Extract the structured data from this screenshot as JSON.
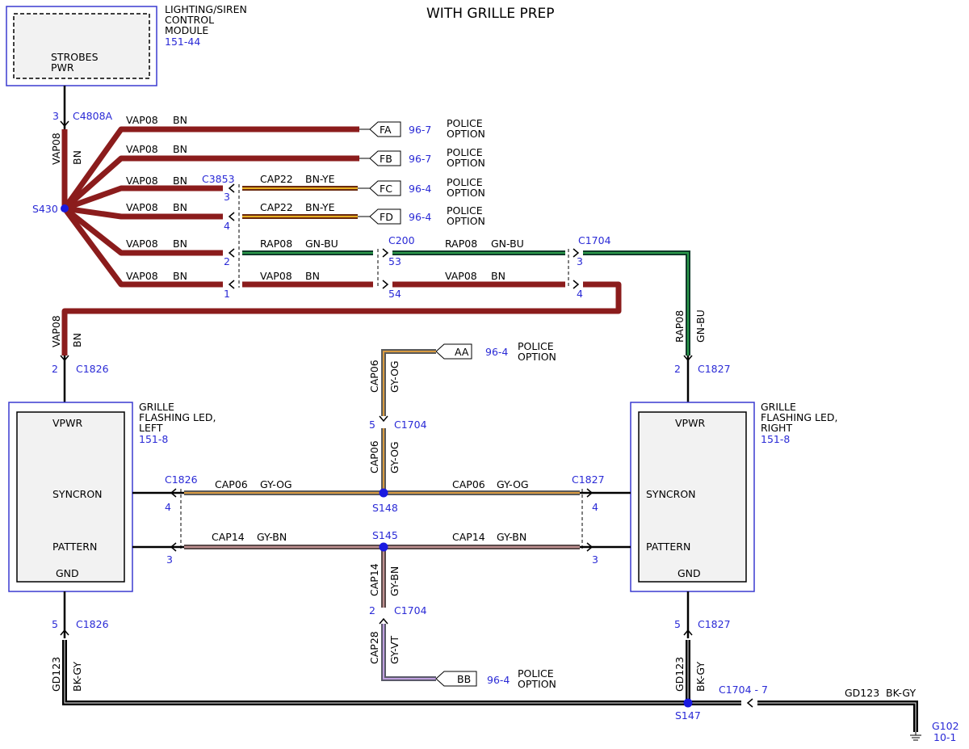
{
  "title": "WITH GRILLE PREP",
  "top_module": {
    "name1": "LIGHTING/SIREN",
    "name2": "CONTROL",
    "name3": "MODULE",
    "ref": "151-44",
    "pin1": "STROBES",
    "pin2": "PWR",
    "pin_no": "3",
    "connector": "C4808A"
  },
  "splices": {
    "s430": "S430",
    "s148": "S148",
    "s145": "S145",
    "s147": "S147"
  },
  "vertical_labels": {
    "vap08": "VAP08",
    "bn": "BN",
    "rap08": "RAP08",
    "gnbu": "GN-BU",
    "cap06": "CAP06",
    "gyog": "GY-OG",
    "cap14": "CAP14",
    "gybn": "GY-BN",
    "cap28": "CAP28",
    "gyvt": "GY-VT",
    "gd123": "GD123",
    "bkgy": "BK-GY"
  },
  "wire_labels": {
    "vap08": "VAP08",
    "bn": "BN",
    "cap22": "CAP22",
    "bnye": "BN-YE",
    "rap08": "RAP08",
    "gnbu": "GN-BU",
    "cap06": "CAP06",
    "gyog": "GY-OG",
    "cap14": "CAP14",
    "gybn": "GY-BN",
    "gd123": "GD123",
    "bkgy": "BK-GY"
  },
  "flags": [
    {
      "id": "FA",
      "ref": "96-7",
      "l1": "POLICE",
      "l2": "OPTION"
    },
    {
      "id": "FB",
      "ref": "96-7",
      "l1": "POLICE",
      "l2": "OPTION"
    },
    {
      "id": "FC",
      "ref": "96-4",
      "l1": "POLICE",
      "l2": "OPTION"
    },
    {
      "id": "FD",
      "ref": "96-4",
      "l1": "POLICE",
      "l2": "OPTION"
    },
    {
      "id": "AA",
      "ref": "96-4",
      "l1": "POLICE",
      "l2": "OPTION"
    },
    {
      "id": "BB",
      "ref": "96-4",
      "l1": "POLICE",
      "l2": "OPTION"
    }
  ],
  "connectors": {
    "c3853": "C3853",
    "c200": "C200",
    "c1704": "C1704",
    "c1826": "C1826",
    "c1827": "C1827",
    "c1704_7": "C1704 - 7"
  },
  "pins": {
    "p1": "1",
    "p2": "2",
    "p3": "3",
    "p4": "4",
    "p5": "5",
    "p53": "53",
    "p54": "54"
  },
  "left_module": {
    "name1": "GRILLE",
    "name2": "FLASHING LED,",
    "name3": "LEFT",
    "ref": "151-8",
    "vpwr": "VPWR",
    "syncron": "SYNCRON",
    "pattern": "PATTERN",
    "gnd": "GND"
  },
  "right_module": {
    "name1": "GRILLE",
    "name2": "FLASHING LED,",
    "name3": "RIGHT",
    "ref": "151-8",
    "vpwr": "VPWR",
    "syncron": "SYNCRON",
    "pattern": "PATTERN",
    "gnd": "GND"
  },
  "ground": {
    "id": "G102",
    "ref": "10-1"
  },
  "colors": {
    "bn": "#8b1c1c",
    "gnbu": "#1f6b3a",
    "gyog": "#b08a50",
    "gybn": "#8a6f6f",
    "gyvt": "#9a86a8",
    "bnye": "#c87a1a",
    "bkgy": "#000000",
    "module_frame": "#3a3ad0",
    "ref_text": "#2a2ad6"
  }
}
